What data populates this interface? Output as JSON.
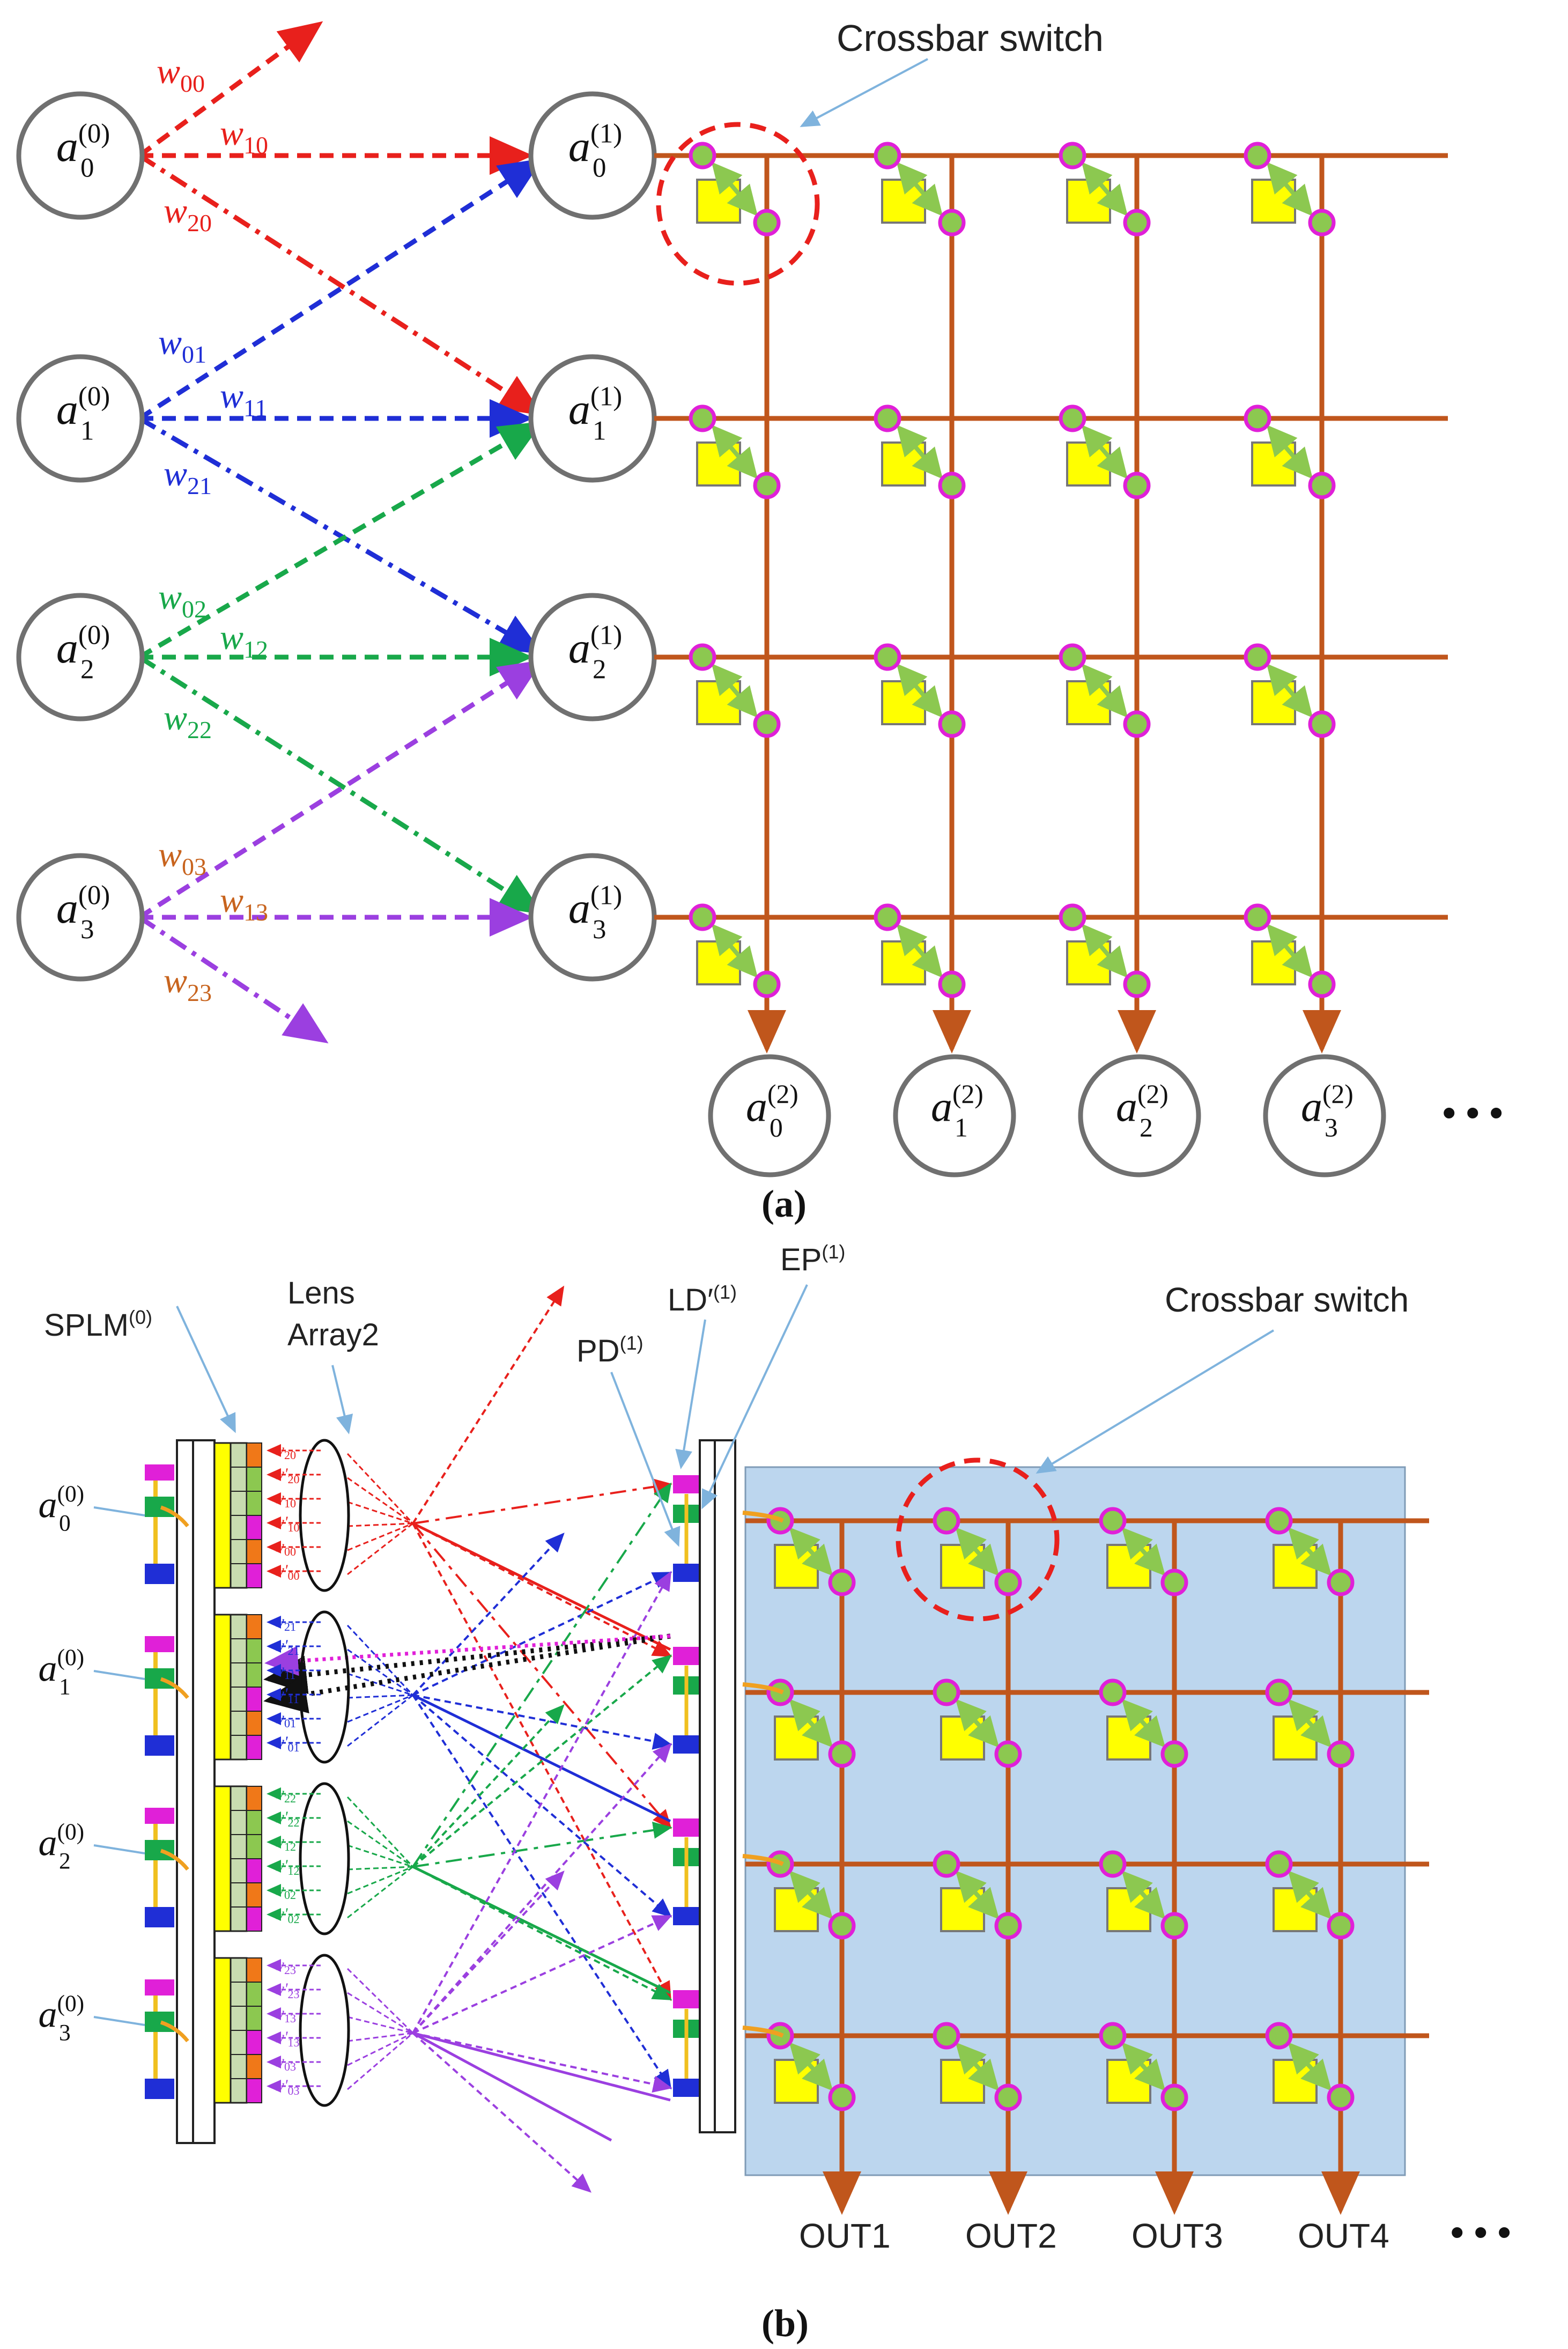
{
  "panel_a": {
    "caption": "(a)",
    "title_label": "Crossbar switch",
    "input_nodes": [
      {
        "base": "a",
        "sub": "0",
        "sup": "(0)"
      },
      {
        "base": "a",
        "sub": "1",
        "sup": "(0)"
      },
      {
        "base": "a",
        "sub": "2",
        "sup": "(0)"
      },
      {
        "base": "a",
        "sub": "3",
        "sup": "(0)"
      }
    ],
    "hidden_nodes": [
      {
        "base": "a",
        "sub": "0",
        "sup": "(1)"
      },
      {
        "base": "a",
        "sub": "1",
        "sup": "(1)"
      },
      {
        "base": "a",
        "sub": "2",
        "sup": "(1)"
      },
      {
        "base": "a",
        "sub": "3",
        "sup": "(1)"
      }
    ],
    "output_nodes": [
      {
        "base": "a",
        "sub": "0",
        "sup": "(2)"
      },
      {
        "base": "a",
        "sub": "1",
        "sup": "(2)"
      },
      {
        "base": "a",
        "sub": "2",
        "sup": "(2)"
      },
      {
        "base": "a",
        "sub": "3",
        "sup": "(2)"
      }
    ],
    "weights": [
      {
        "text": "w",
        "sub": "00",
        "color": "#e8201c"
      },
      {
        "text": "w",
        "sub": "10",
        "color": "#e8201c"
      },
      {
        "text": "w",
        "sub": "20",
        "color": "#e8201c"
      },
      {
        "text": "w",
        "sub": "01",
        "color": "#1f2ed6"
      },
      {
        "text": "w",
        "sub": "11",
        "color": "#1f2ed6"
      },
      {
        "text": "w",
        "sub": "21",
        "color": "#1f2ed6"
      },
      {
        "text": "w",
        "sub": "02",
        "color": "#18a84a"
      },
      {
        "text": "w",
        "sub": "12",
        "color": "#18a84a"
      },
      {
        "text": "w",
        "sub": "22",
        "color": "#18a84a"
      },
      {
        "text": "w",
        "sub": "03",
        "color": "#c8641e"
      },
      {
        "text": "w",
        "sub": "13",
        "color": "#c8641e"
      },
      {
        "text": "w",
        "sub": "23",
        "color": "#c8641e"
      }
    ],
    "ellipsis": "• • •"
  },
  "panel_b": {
    "caption": "(b)",
    "label_splm": "SPLM",
    "label_splm_sup": "(0)",
    "label_lens_1": "Lens",
    "label_lens_2": "Array2",
    "label_pd": "PD",
    "label_pd_sup": "(1)",
    "label_ld": "LD′",
    "label_ld_sup": "(1)",
    "label_ep": "EP",
    "label_ep_sup": "(1)",
    "title_label": "Crossbar switch",
    "input_nodes": [
      {
        "base": "a",
        "sub": "0",
        "sup": "(0)"
      },
      {
        "base": "a",
        "sub": "1",
        "sup": "(0)"
      },
      {
        "base": "a",
        "sub": "2",
        "sup": "(0)"
      },
      {
        "base": "a",
        "sub": "3",
        "sup": "(0)"
      }
    ],
    "outputs": [
      "OUT1",
      "OUT2",
      "OUT3",
      "OUT4"
    ],
    "ellipsis": "• • •"
  },
  "colors": {
    "red": "#e8201c",
    "blue": "#1f2ed6",
    "green": "#18a84a",
    "purple": "#9b3fe0",
    "orange_line": "#c0561c",
    "magenta": "#e020d8",
    "node_green": "#8cc850",
    "yellow": "#ffff00",
    "arrow_green": "#8cc850",
    "panel_bg": "#bcd6ee",
    "callout": "#7fb3dd",
    "node_circle": "#707070"
  }
}
